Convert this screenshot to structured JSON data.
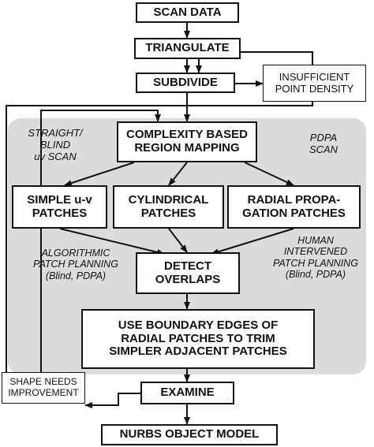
{
  "diagram": {
    "boxes": {
      "scan_data": "SCAN DATA",
      "triangulate": "TRIANGULATE",
      "subdivide": "SUBDIVIDE",
      "insufficient": [
        "INSUFFICIENT",
        "POINT DENSITY"
      ],
      "complexity": [
        "COMPLEXITY BASED",
        "REGION MAPPING"
      ],
      "simple": [
        "SIMPLE u-v",
        "PATCHES"
      ],
      "cylindrical": [
        "CYLINDRICAL",
        "PATCHES"
      ],
      "radial": [
        "RADIAL PROPA-",
        "GATION PATCHES"
      ],
      "detect": [
        "DETECT",
        "OVERLAPS"
      ],
      "use_boundary": [
        "USE BOUNDARY EDGES OF",
        "RADIAL PATCHES TO TRIM",
        "SIMPLER ADJACENT PATCHES"
      ],
      "shape": [
        "SHAPE NEEDS",
        "IMPROVEMENT"
      ],
      "examine": "EXAMINE",
      "nurbs": "NURBS OBJECT MODEL"
    },
    "labels": {
      "straight_blind": [
        "STRAIGHT/",
        "BLIND",
        "uv SCAN"
      ],
      "pdpa_scan": [
        "PDPA",
        "SCAN"
      ],
      "algorithmic": [
        "ALGORITHMIC",
        "PATCH PLANNING",
        "(Blind, PDPA)"
      ],
      "human": [
        "HUMAN",
        "INTERVENED",
        "PATCH PLANNING",
        "(Blind, PDPA)"
      ]
    },
    "colors": {
      "region": "#dcdcdc",
      "stroke": "#111111",
      "box_fill": "#ffffff"
    }
  }
}
